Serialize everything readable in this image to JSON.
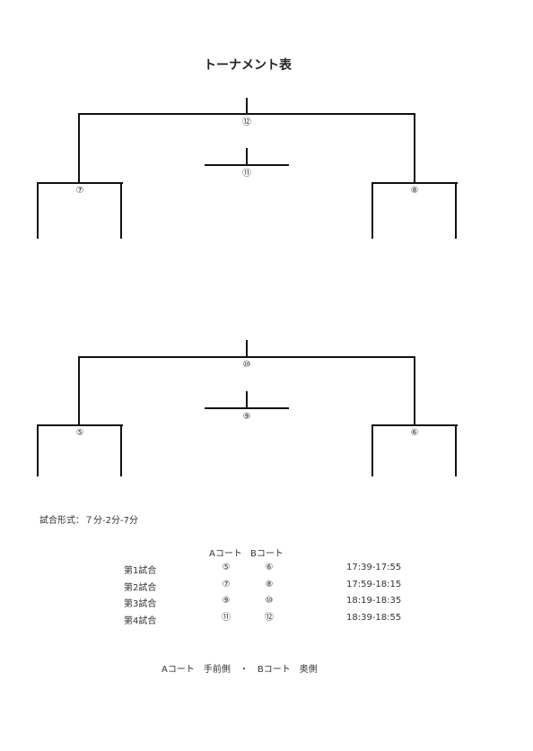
{
  "title": "トーナメント表",
  "bracket_top": {
    "final": "⑫",
    "third_place": "⑪",
    "left_semi": "⑦",
    "right_semi": "⑧"
  },
  "bracket_bottom": {
    "final": "⑩",
    "third_place": "⑨",
    "left_semi": "⑤",
    "right_semi": "⑥"
  },
  "format": "試合形式：７分-2分-7分",
  "schedule": {
    "header_a": "Aコート",
    "header_b": "Bコート",
    "rows": [
      {
        "label": "第1試合",
        "a": "⑤",
        "b": "⑥",
        "time": "17:39-17:55"
      },
      {
        "label": "第2試合",
        "a": "⑦",
        "b": "⑧",
        "time": "17:59-18:15"
      },
      {
        "label": "第3試合",
        "a": "⑨",
        "b": "⑩",
        "time": "18:19-18:35"
      },
      {
        "label": "第4試合",
        "a": "⑪",
        "b": "⑫",
        "time": "18:39-18:55"
      }
    ]
  },
  "footer": "Aコート　手前側　・　Bコート　奥側"
}
